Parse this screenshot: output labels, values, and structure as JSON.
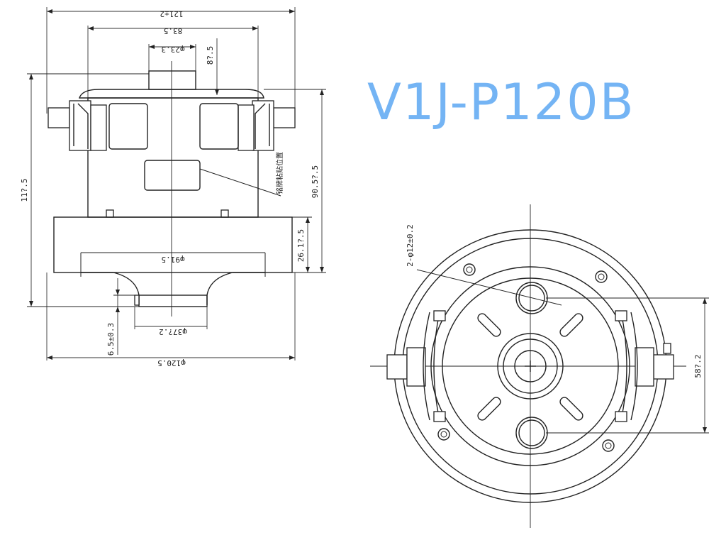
{
  "model_name": "V1J-P120B",
  "side_view": {
    "dim_top_width": "121±2",
    "dim_body_width": "83.5",
    "dim_shaft_dia": "φ23.3",
    "dim_top_offset": "8?.5",
    "dim_total_height": "11?.5",
    "dim_body_height": "90.5?.5",
    "dim_base_height": "26.1?.5",
    "dim_inner_dia": "φ91.5",
    "dim_outlet_dia": "φ37?.2",
    "dim_outlet_height": "6.5±0.3",
    "dim_base_dia": "φ120.5",
    "label_note": "铭牌粘贴位置"
  },
  "top_view": {
    "dim_holes": "2-φ12±0.2",
    "dim_hole_spacing": "58?.2"
  },
  "colors": {
    "line": "#222222",
    "model_text": "#74b4f4"
  }
}
